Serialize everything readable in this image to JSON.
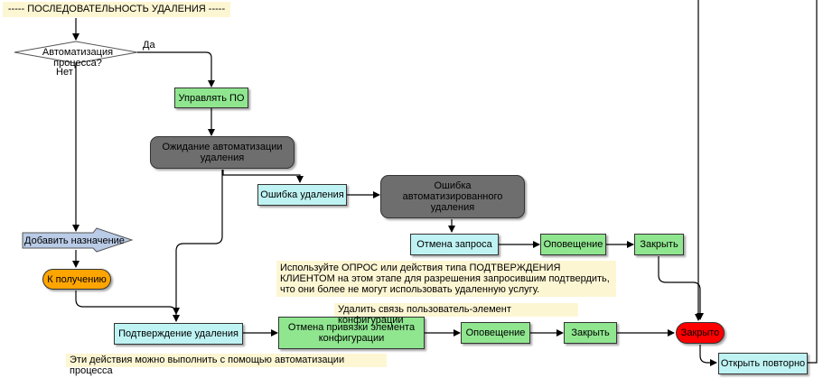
{
  "header": {
    "text": "----- ПОСЛЕДОВАТЕЛЬНОСТЬ УДАЛЕНИЯ -----"
  },
  "decision": {
    "text": "Автоматизация процесса?",
    "yes": "Да",
    "no": "Нет"
  },
  "nodes": {
    "manage_po": "Управлять ПО",
    "waiting_automation": "Ожидание автоматизации удаления",
    "removal_error": "Ошибка удаления",
    "automated_error": "Ошибка автоматизированного удаления",
    "cancel_request": "Отмена запроса",
    "notify_top": "Оповещение",
    "close_top": "Закрыть",
    "add_assignment": "Добавить назначение",
    "to_receipt": "К получению",
    "confirm_removal": "Подтверждение удаления",
    "unbind_ci": "Отмена привязки элемента конфигурации",
    "notify_bottom": "Оповещение",
    "close_bottom": "Закрыть",
    "closed": "Закрыто",
    "reopen": "Открыть повторно"
  },
  "notes": {
    "survey": "Используйте ОПРОС или действия типа ПОДТВЕРЖДЕНИЯ КЛИЕНТОМ на этом этапе для разрешения запросившим подтвердить, что они более не могут использовать удаленную услугу.",
    "remove_link": "Удалить связь пользователь-элемент конфигурации",
    "automation_note": "Эти действия можно выполнить с помощью автоматизации процесса"
  },
  "colors": {
    "green": "#8fe68f",
    "cyan": "#bff3f3",
    "gray": "#6e6e6e",
    "orange": "#ffa500",
    "red": "#ff0000",
    "note": "#fdf6d3",
    "decision": "#ffffff"
  }
}
